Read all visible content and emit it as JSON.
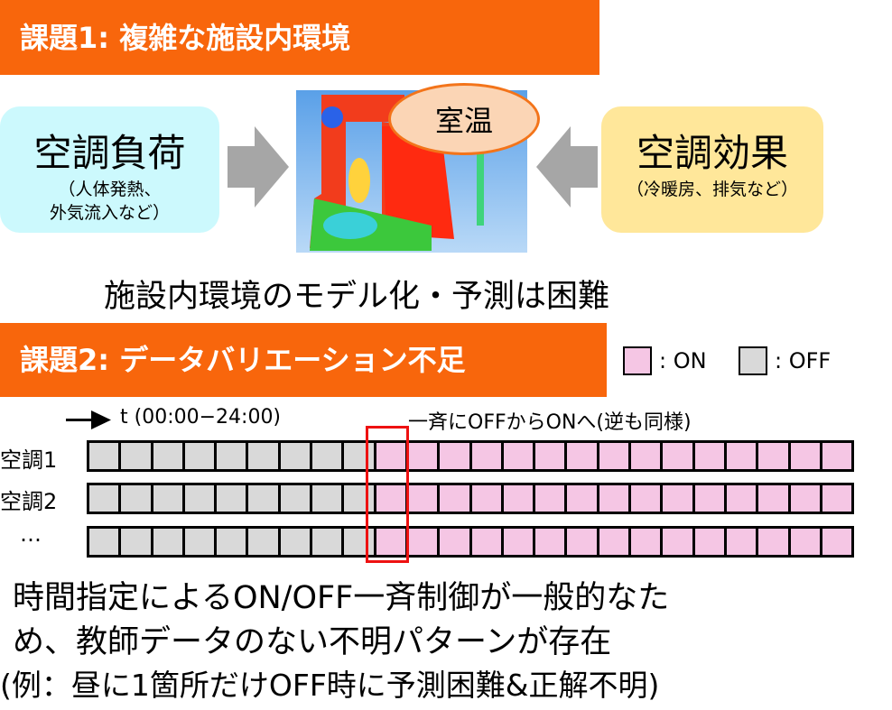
{
  "header1": "課題1: 複雑な施設内環境",
  "load_box": {
    "title": "空調負荷",
    "sub1": "（人体発熱、",
    "sub2": "外気流入など）"
  },
  "effect_box": {
    "title": "空調効果",
    "sub": "（冷暖房、排気など）"
  },
  "image": {
    "callout": "室温"
  },
  "statement1": "施設内環境のモデル化・予測は困難",
  "header2": "課題2: データバリエーション不足",
  "legend": {
    "on_label": ": ON",
    "off_label": ": OFF",
    "on_color": "#f5c6e4",
    "off_color": "#d9d9d9"
  },
  "timeline": {
    "axis_label": "t (00:00−24:00)",
    "note": "一斉にOFFからONへ(逆も同様)",
    "rows": [
      {
        "label": "空調1",
        "off_slots": 9,
        "total_slots": 24
      },
      {
        "label": "空調2",
        "off_slots": 9,
        "total_slots": 24
      },
      {
        "label": "…",
        "off_slots": 9,
        "total_slots": 24
      }
    ]
  },
  "conclusion": {
    "line1": "時間指定によるON/OFF一斉制御が一般的なた",
    "line2": "め、教師データのない不明パターンが存在",
    "line3": "(例：昼に1箇所だけOFF時に予測困難&正解不明)"
  }
}
